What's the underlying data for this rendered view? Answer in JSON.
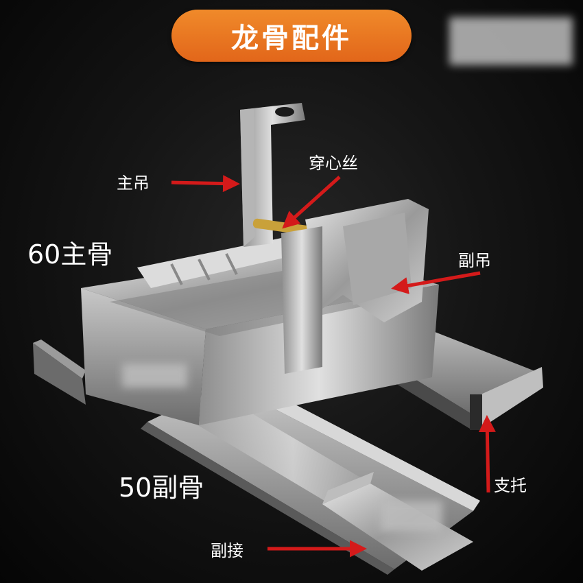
{
  "title": "龙骨配件",
  "labels": {
    "main_hanger": "主吊",
    "through_wire": "穿心丝",
    "main_keel_60": "60主骨",
    "sub_hanger": "副吊",
    "sub_keel_50": "50副骨",
    "support": "支托",
    "sub_connector": "副接"
  },
  "colors": {
    "title_bg": "#e8731e",
    "arrow": "#d41a1a",
    "text": "#ffffff"
  }
}
